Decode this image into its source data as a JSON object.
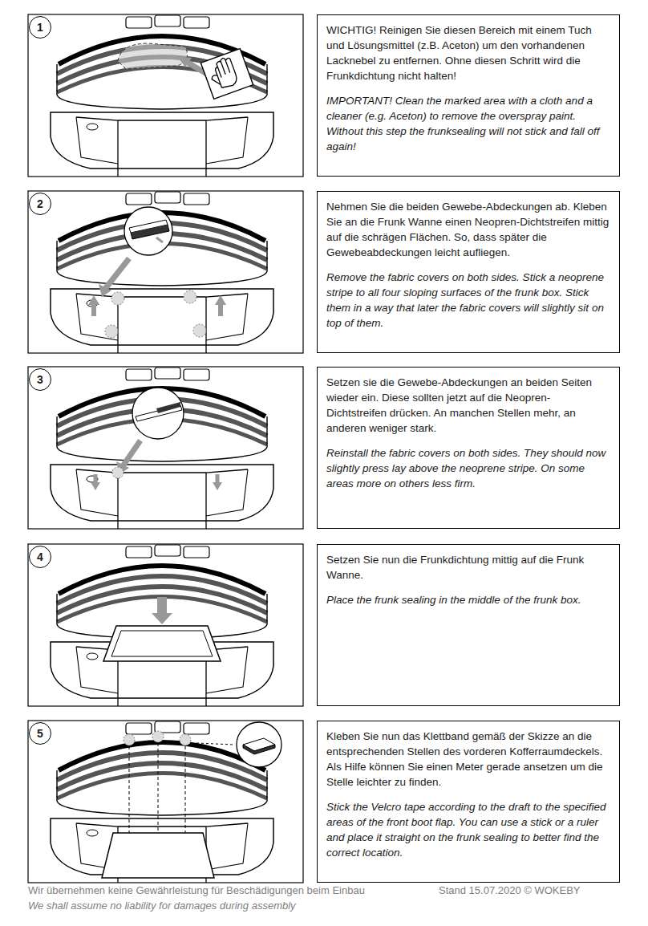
{
  "diagram": {
    "nodes": [
      {
        "text": [
          "1"
        ]
      },
      {
        "text": [
          "WICHTIG! Reinigen Sie diesen Bereich mit einem Tuch und Lösungsmittel (z.B. Aceton) um den vorhandenen Lacknebel zu entfernen. Ohne diesen Schritt wird die Frunkdichtung nicht halten!",
          "IMPORTANT! Clean the marked area with a cloth and a cleaner (e.g. Aceton) to remove the overspray paint. Without this step the frunksealing will not stick and fall off again!"
        ]
      },
      {
        "text": [
          "2"
        ]
      },
      {
        "text": [
          "Nehmen Sie die beiden Gewebe-Abdeckungen ab. Kleben Sie an die Frunk Wanne einen Neopren-Dichtstreifen mittig auf die schrägen Flächen. So, dass später die Gewebeabdeckungen leicht aufliegen.",
          "Remove the fabric covers on both sides. Stick a neoprene stripe to all four sloping surfaces of the frunk box. Stick them in a way that later the fabric covers will slightly sit on top of them."
        ]
      },
      {
        "text": [
          "3"
        ]
      },
      {
        "text": [
          "Setzen sie die Gewebe-Abdeckungen an beiden Seiten wieder ein. Diese sollten jetzt auf die Neopren-Dichtstreifen drücken. An manchen Stellen mehr, an anderen weniger stark.",
          "Reinstall the fabric covers on both sides. They should now slightly press lay above the neoprene stripe. On some areas more on others less firm."
        ]
      },
      {
        "text": [
          "4"
        ]
      },
      {
        "text": [
          "Setzen Sie nun die Frunkdichtung mittig auf die Frunk Wanne.",
          "Place the frunk sealing in the middle of the frunk box."
        ]
      },
      {
        "text": [
          "5"
        ]
      },
      {
        "text": [
          "Kleben Sie nun das Klettband gemäß der Skizze an die entsprechenden Stellen des vorderen Kofferraumdeckels. Als Hilfe können Sie einen Meter gerade ansetzen um die Stelle leichter zu finden.",
          "Stick the Velcro tape according to the draft to the specified areas of the front boot flap. You can use a stick or a ruler and place it straight on the frunk sealing to better find the correct location."
        ]
      }
    ],
    "labels": [
      "Wir übernehmen keine Gewährleistung für Beschädigungen beim Einbau",
      "Stand 15.07.2020 © WOKEBY",
      "We shall assume no liability for damages during assembly"
    ]
  }
}
